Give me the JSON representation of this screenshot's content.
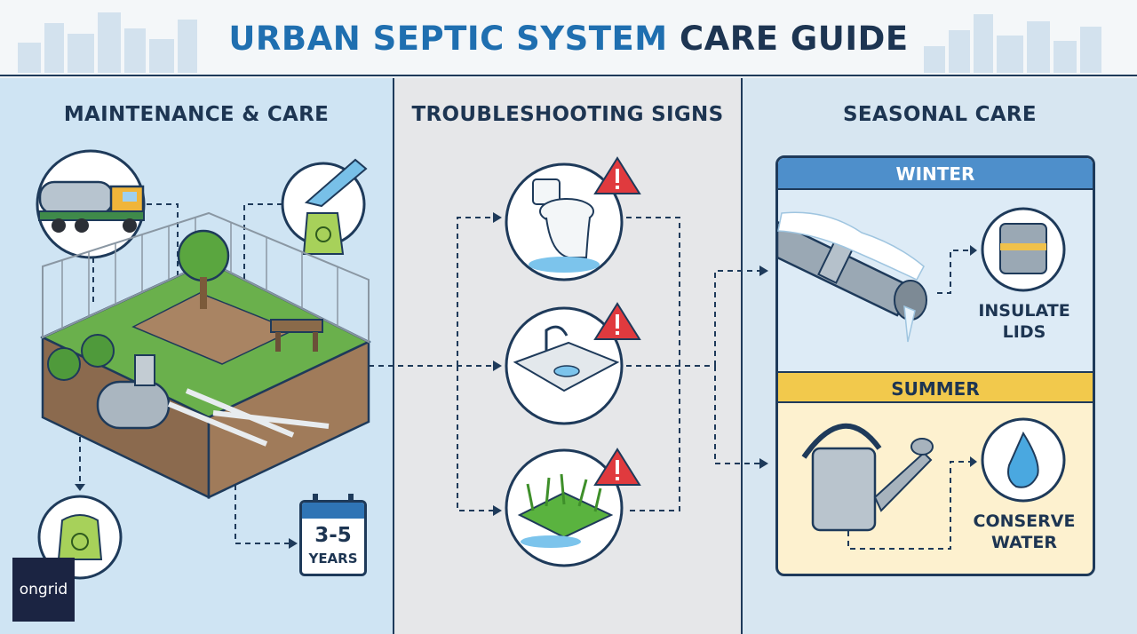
{
  "header": {
    "title_part1": "URBAN SEPTIC SYSTEM",
    "title_part2": " CARE GUIDE"
  },
  "sections": {
    "maintenance": {
      "heading": "MAINTENANCE & CARE",
      "interval_value": "3-5",
      "interval_unit": "YEARS"
    },
    "troubleshooting": {
      "heading": "TROUBLESHOOTING SIGNS"
    },
    "seasonal": {
      "heading": "SEASONAL CARE",
      "winter": {
        "label": "WINTER",
        "tip_line1": "INSULATE",
        "tip_line2": "LIDS"
      },
      "summer": {
        "label": "SUMMER",
        "tip_line1": "CONSERVE",
        "tip_line2": "WATER"
      }
    }
  },
  "logo": {
    "text": "ongrid"
  },
  "icons": [
    "tanker-truck-icon",
    "glove-waste-bag-icon",
    "biohazard-bag-icon",
    "calendar-icon",
    "toilet-overflow-icon",
    "sink-drain-icon",
    "wet-grass-icon",
    "warning-icon",
    "frozen-pipe-icon",
    "lid-icon",
    "watering-can-icon",
    "water-drop-icon"
  ],
  "colors": {
    "accent_blue": "#1f6fb0",
    "navy": "#1d3552",
    "winter": "#4e8fcb",
    "summer": "#f2c94c",
    "warning": "#e03a3e"
  }
}
